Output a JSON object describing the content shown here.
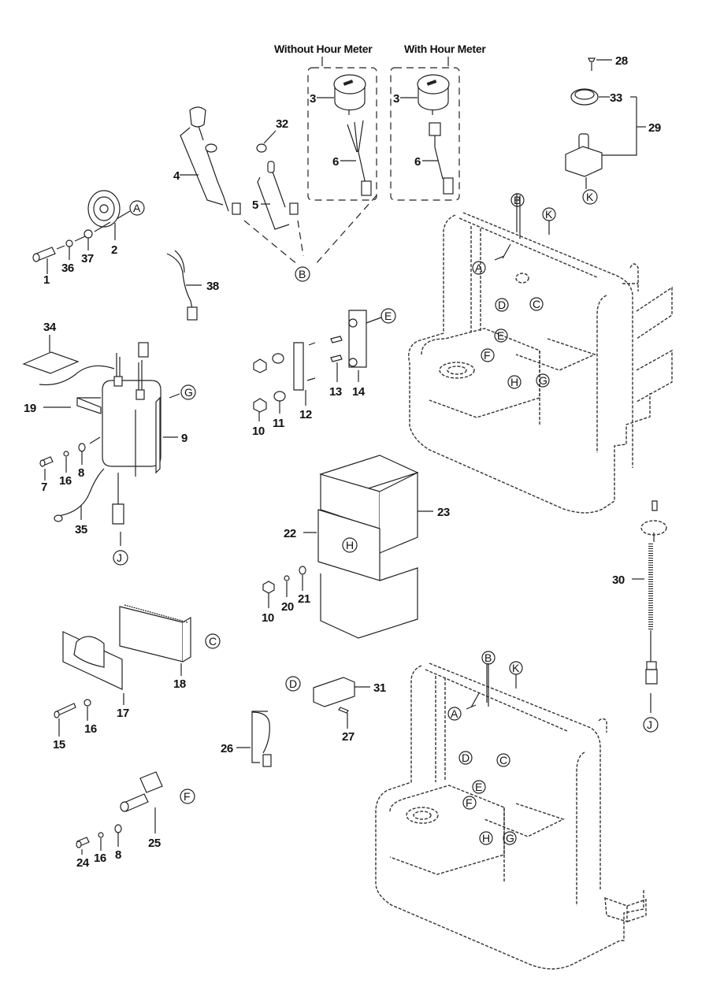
{
  "diagram": {
    "type": "exploded-parts-diagram",
    "group_headers": {
      "without_hour_meter": "Without Hour Meter",
      "with_hour_meter": "With Hour Meter"
    },
    "part_numbers": {
      "p1": "1",
      "p2": "2",
      "p3a": "3",
      "p3b": "3",
      "p4": "4",
      "p5": "5",
      "p6a": "6",
      "p6b": "6",
      "p7": "7",
      "p8a": "8",
      "p8b": "8",
      "p9": "9",
      "p10a": "10",
      "p10b": "10",
      "p11": "11",
      "p12": "12",
      "p13": "13",
      "p14": "14",
      "p15": "15",
      "p16a": "16",
      "p16b": "16",
      "p16c": "16",
      "p17": "17",
      "p18": "18",
      "p19": "19",
      "p20": "20",
      "p21": "21",
      "p22": "22",
      "p23": "23",
      "p24": "24",
      "p25": "25",
      "p26": "26",
      "p27": "27",
      "p28": "28",
      "p29": "29",
      "p30": "30",
      "p31": "31",
      "p32": "32",
      "p33": "33",
      "p34": "34",
      "p35": "35",
      "p36": "36",
      "p37": "37",
      "p38": "38"
    },
    "reference_callouts": {
      "A_horn": "A",
      "B_keys": "B",
      "E_fuse": "E",
      "G_controller": "G",
      "J_controller": "J",
      "H_battery": "H",
      "C_display": "C",
      "F_pot": "F",
      "D_switch": "D",
      "K_switch": "K",
      "J_cord": "J",
      "frame1_B": "B",
      "frame1_K": "K",
      "frame1_A": "A",
      "frame1_D": "D",
      "frame1_C": "C",
      "frame1_E": "E",
      "frame1_F": "F",
      "frame1_H": "H",
      "frame1_G": "G",
      "frame2_B": "B",
      "frame2_K": "K",
      "frame2_A": "A",
      "frame2_D": "D",
      "frame2_C": "C",
      "frame2_E": "E",
      "frame2_F": "F",
      "frame2_H": "H",
      "frame2_G": "G"
    }
  }
}
